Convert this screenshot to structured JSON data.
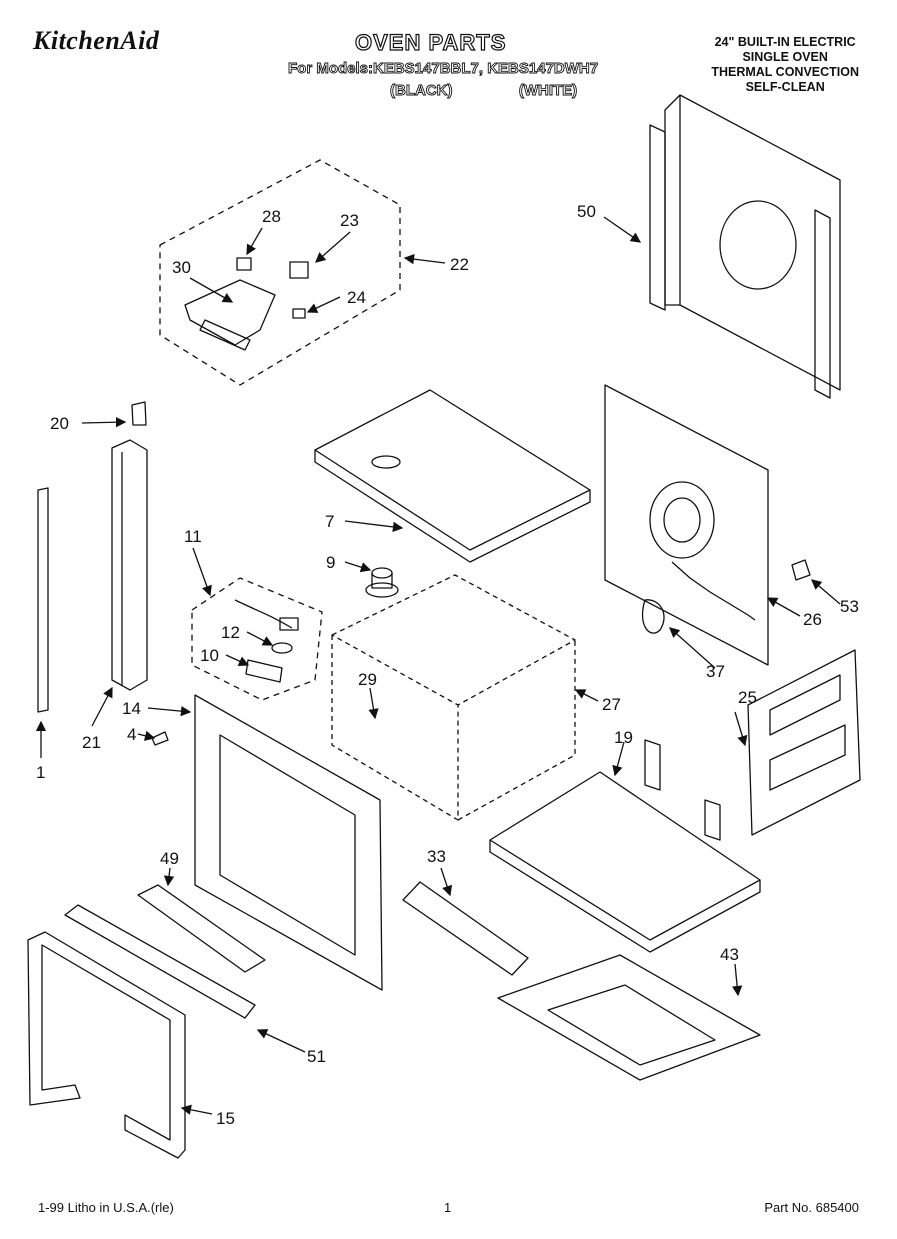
{
  "header": {
    "brand": "KitchenAid",
    "title": "OVEN PARTS",
    "models_line": "For Models:KEBS147BBL7, KEBS147DWH7",
    "variant_black": "(BLACK)",
    "variant_white": "(WHITE)",
    "description": [
      "24\" BUILT-IN ELECTRIC",
      "SINGLE OVEN",
      "THERMAL CONVECTION",
      "SELF-CLEAN"
    ]
  },
  "callouts": [
    "28",
    "23",
    "30",
    "22",
    "24",
    "50",
    "20",
    "7",
    "11",
    "9",
    "12",
    "10",
    "29",
    "27",
    "26",
    "53",
    "37",
    "25",
    "14",
    "4",
    "21",
    "1",
    "19",
    "33",
    "49",
    "43",
    "51",
    "15"
  ],
  "footer": {
    "left": "1-99 Litho in U.S.A.(rle)",
    "page": "1",
    "part_no": "Part No. 685400"
  }
}
